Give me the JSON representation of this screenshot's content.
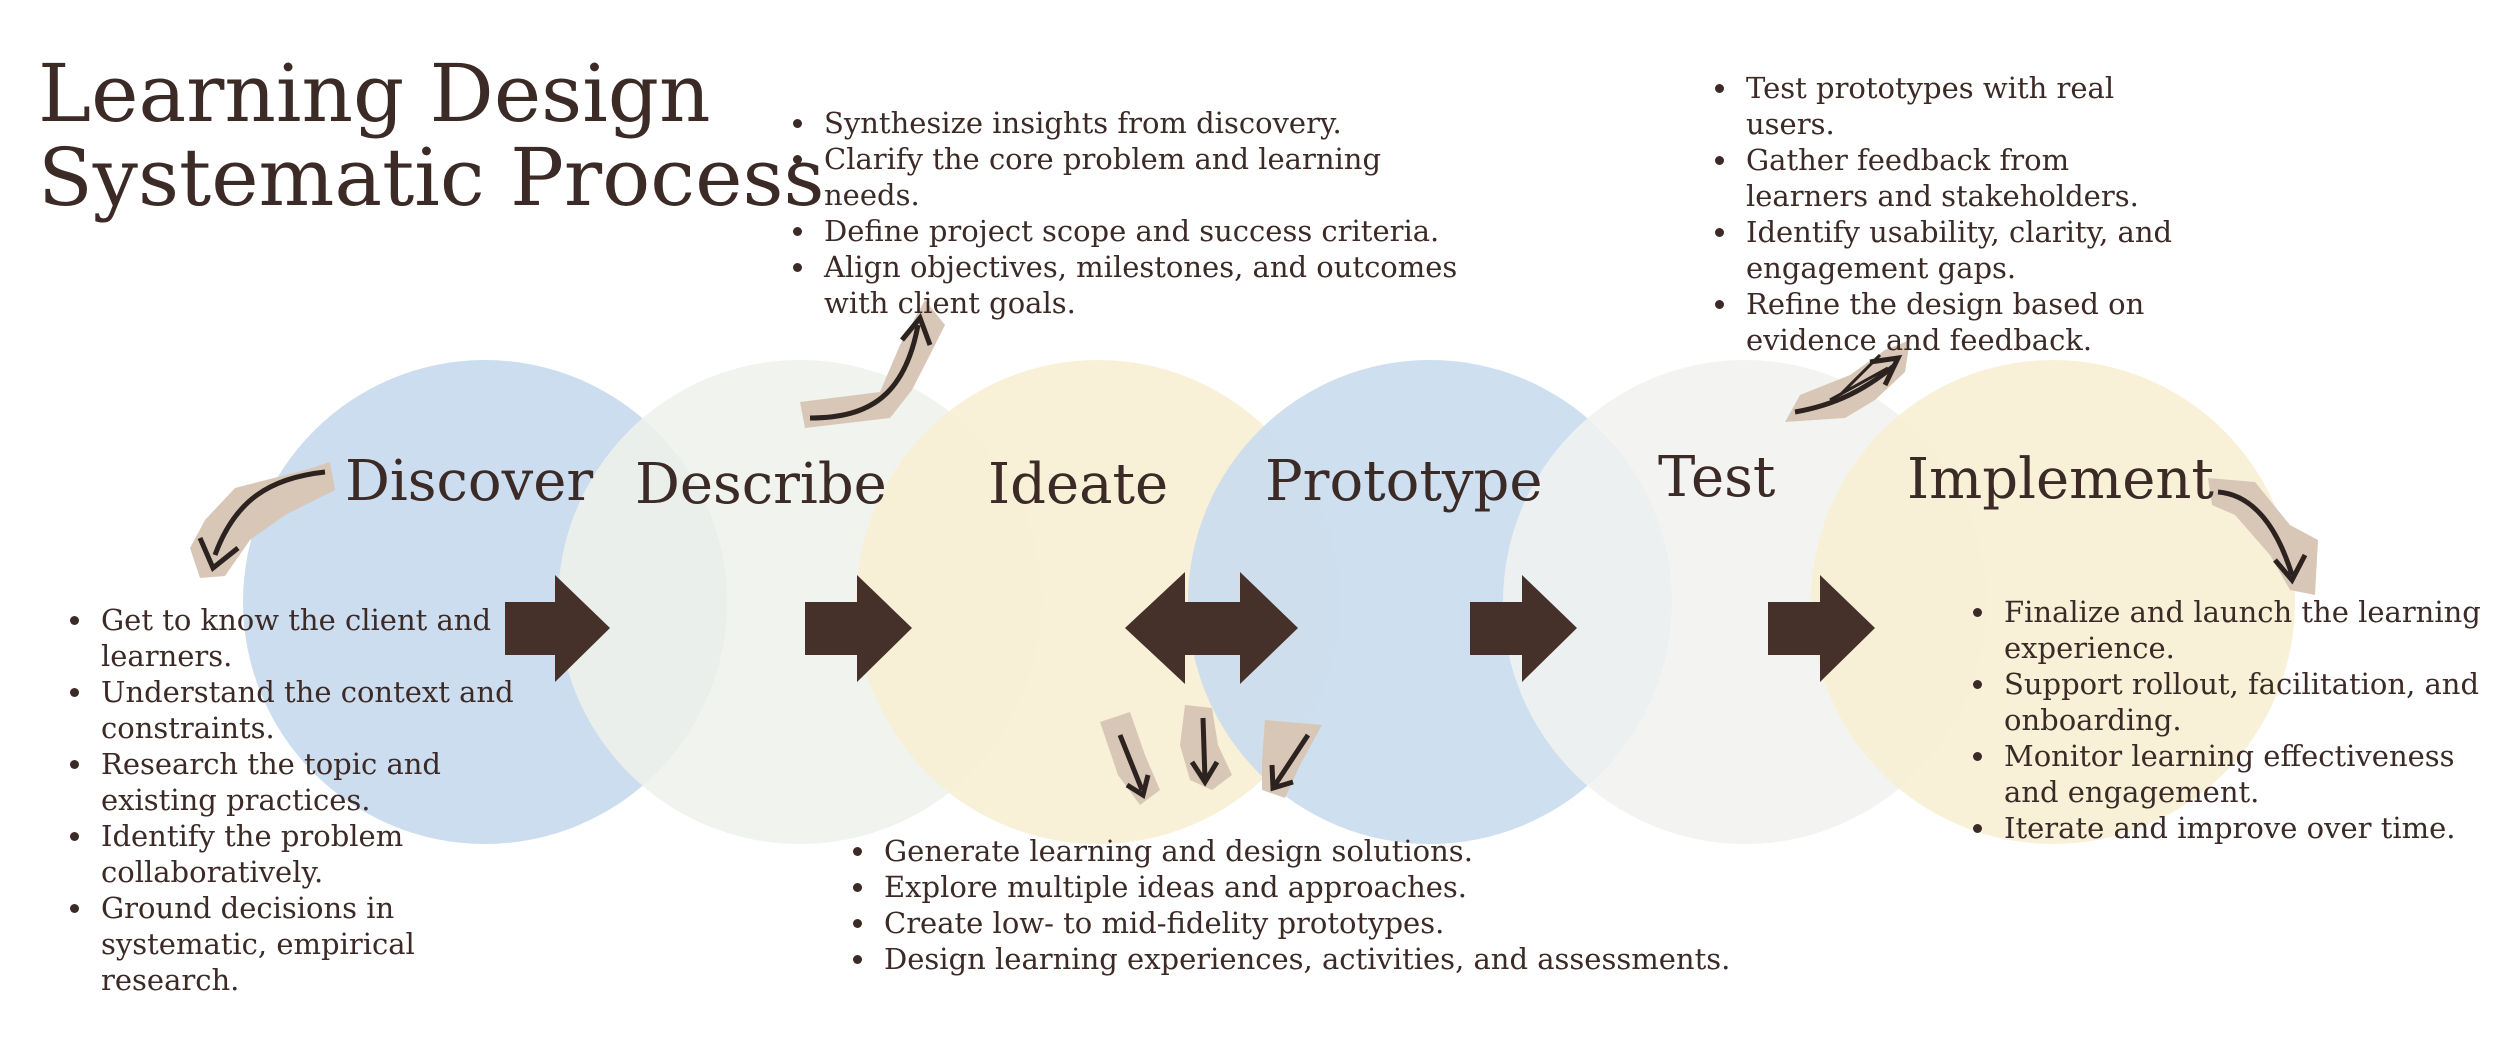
{
  "title": {
    "line1": "Learning Design",
    "line2": "Systematic Process"
  },
  "stages": [
    {
      "label": "Discover",
      "bullets": [
        "Get to know the client and learners.",
        "Understand the context and constraints.",
        "Research the topic and existing practices.",
        "Identify the problem collaboratively.",
        "Ground decisions in systematic, empirical research."
      ]
    },
    {
      "label": "Describe",
      "bullets": [
        "Synthesize insights from discovery.",
        "Clarify the core problem and learning needs.",
        "Define project scope and success criteria.",
        "Align objectives, milestones, and outcomes with client goals."
      ]
    },
    {
      "label": "Ideate",
      "bullets": [
        "Generate learning and design solutions.",
        "Explore multiple ideas and approaches.",
        "Create low- to mid-fidelity prototypes.",
        "Design learning experiences, activities, and assessments."
      ]
    },
    {
      "label": "Prototype",
      "bullets": []
    },
    {
      "label": "Test",
      "bullets": [
        "Test prototypes with real users.",
        "Gather feedback from learners and stakeholders.",
        "Identify usability, clarity, and engagement gaps.",
        "Refine the design based on evidence and feedback."
      ]
    },
    {
      "label": "Implement",
      "bullets": [
        "Finalize and launch the learning experience.",
        "Support rollout, facilitation, and onboarding.",
        "Monitor learning effectiveness and engagement.",
        "Iterate and improve over time."
      ]
    }
  ],
  "colors": {
    "blue": "#c9dbee",
    "cream": "#f1f3ef",
    "yellow": "#f7f0d4",
    "arrow": "#45302a",
    "patch": "#d8c7b6",
    "text": "#3b2a26"
  }
}
